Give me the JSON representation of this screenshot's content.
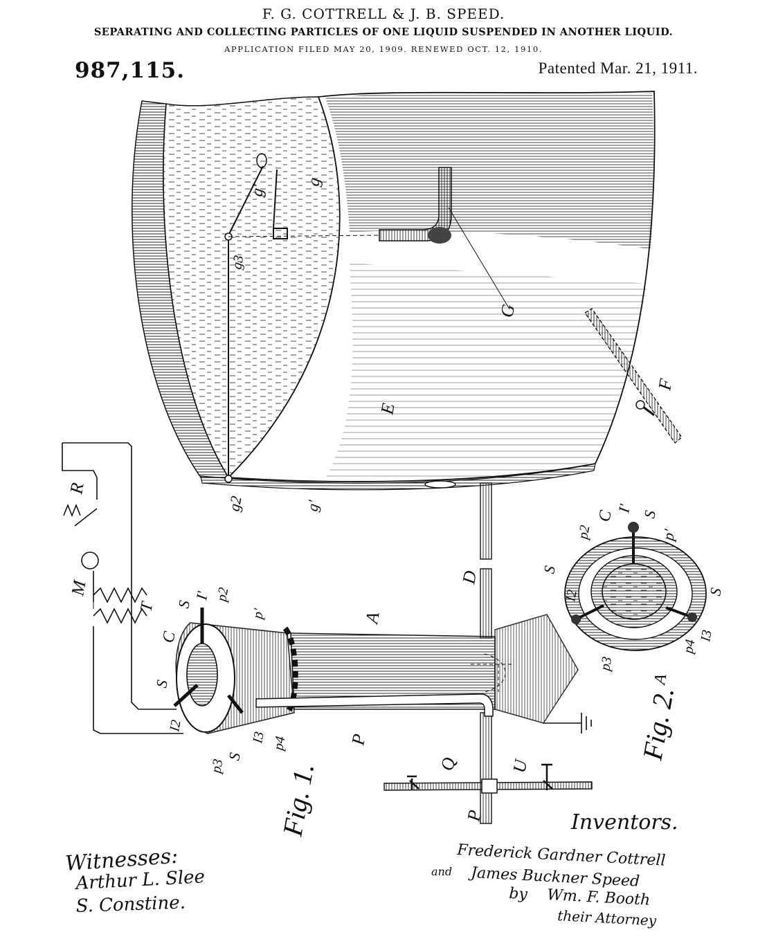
{
  "header": {
    "inventors": "F. G. COTTRELL & J. B. SPEED.",
    "title": "SEPARATING AND COLLECTING PARTICLES OF ONE LIQUID SUSPENDED IN ANOTHER LIQUID.",
    "application": "APPLICATION FILED MAY 20, 1909. RENEWED OCT. 12, 1910.",
    "patent_number": "987,115.",
    "patented": "Patented Mar. 21, 1911."
  },
  "labels": {
    "g1_top": "g'",
    "g": "g",
    "g3": "g3",
    "G": "G",
    "E": "E",
    "F": "F",
    "g2": "g2",
    "g1_bottom": "g'",
    "R": "R",
    "M": "M",
    "T": "T",
    "S_f1_top": "S",
    "I1_f1": "I'",
    "p2_f1": "p2",
    "p1_f1": "p'",
    "C_f1": "C",
    "A_f1": "A",
    "D": "D",
    "S_f1_left": "S",
    "I2_f1": "I2",
    "S_f1_bottom": "S",
    "p3_f1": "p3",
    "I3_f1": "I3",
    "p4_f1": "p4",
    "P": "P",
    "Q": "Q",
    "U": "U",
    "P_bottom": "P",
    "fig1": "Fig. 1.",
    "p2_f2": "p2",
    "C_f2": "C",
    "I1_f2": "I'",
    "S_f2_top": "S",
    "p1_f2": "p'",
    "S_f2_left": "S",
    "I2_f2": "I2",
    "S_f2_right": "S",
    "I3_f2": "I3",
    "p4_f2": "p4",
    "p3_f2": "p3",
    "A_f2": "A",
    "fig2": "Fig. 2."
  },
  "signatures": {
    "witnesses_label": "Witnesses:",
    "witness_1": "Arthur L. Slee",
    "witness_2": "S. Constine.",
    "inventors_label": "Inventors.",
    "inventor_1": "Frederick Gardner Cottrell",
    "and": "and",
    "inventor_2": "James Buckner Speed",
    "by": "by",
    "attorney_name": "Wm. F. Booth",
    "attorney_title": "their Attorney"
  }
}
